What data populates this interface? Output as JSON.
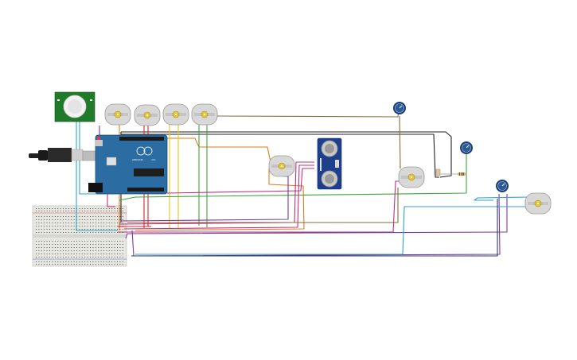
{
  "circuit": {
    "arduino": {
      "logo_text": "ARDUINO",
      "model_text": "UNO"
    },
    "colors": {
      "board": "#2b6ca3",
      "breadboard": "#e7e7e2",
      "motor_body": "#d8d8d8",
      "motor_shaft": "#e8c43a",
      "pot_knob": "#2a5a9a",
      "pir_pcb": "#1f7a2a",
      "ultrasonic_pcb": "#1d3f8c",
      "wire_orange": "#e07a1a",
      "wire_red": "#d62828",
      "wire_yellow": "#e6c619",
      "wire_green": "#3aa63a",
      "wire_magenta": "#c0307a",
      "wire_purple": "#7a3a9a",
      "wire_cyan": "#2aa6c8",
      "wire_black": "#222222",
      "wire_brown": "#8a6a3a",
      "wire_navy": "#2a3a6a"
    },
    "components": [
      "pir-sensor",
      "arduino-uno",
      "breadboard",
      "dc-motor",
      "dc-motor",
      "dc-motor",
      "dc-motor",
      "dc-motor",
      "dc-motor",
      "dc-motor",
      "ultrasonic-sensor",
      "potentiometer",
      "potentiometer",
      "potentiometer",
      "resistor",
      "usb-cable"
    ]
  }
}
